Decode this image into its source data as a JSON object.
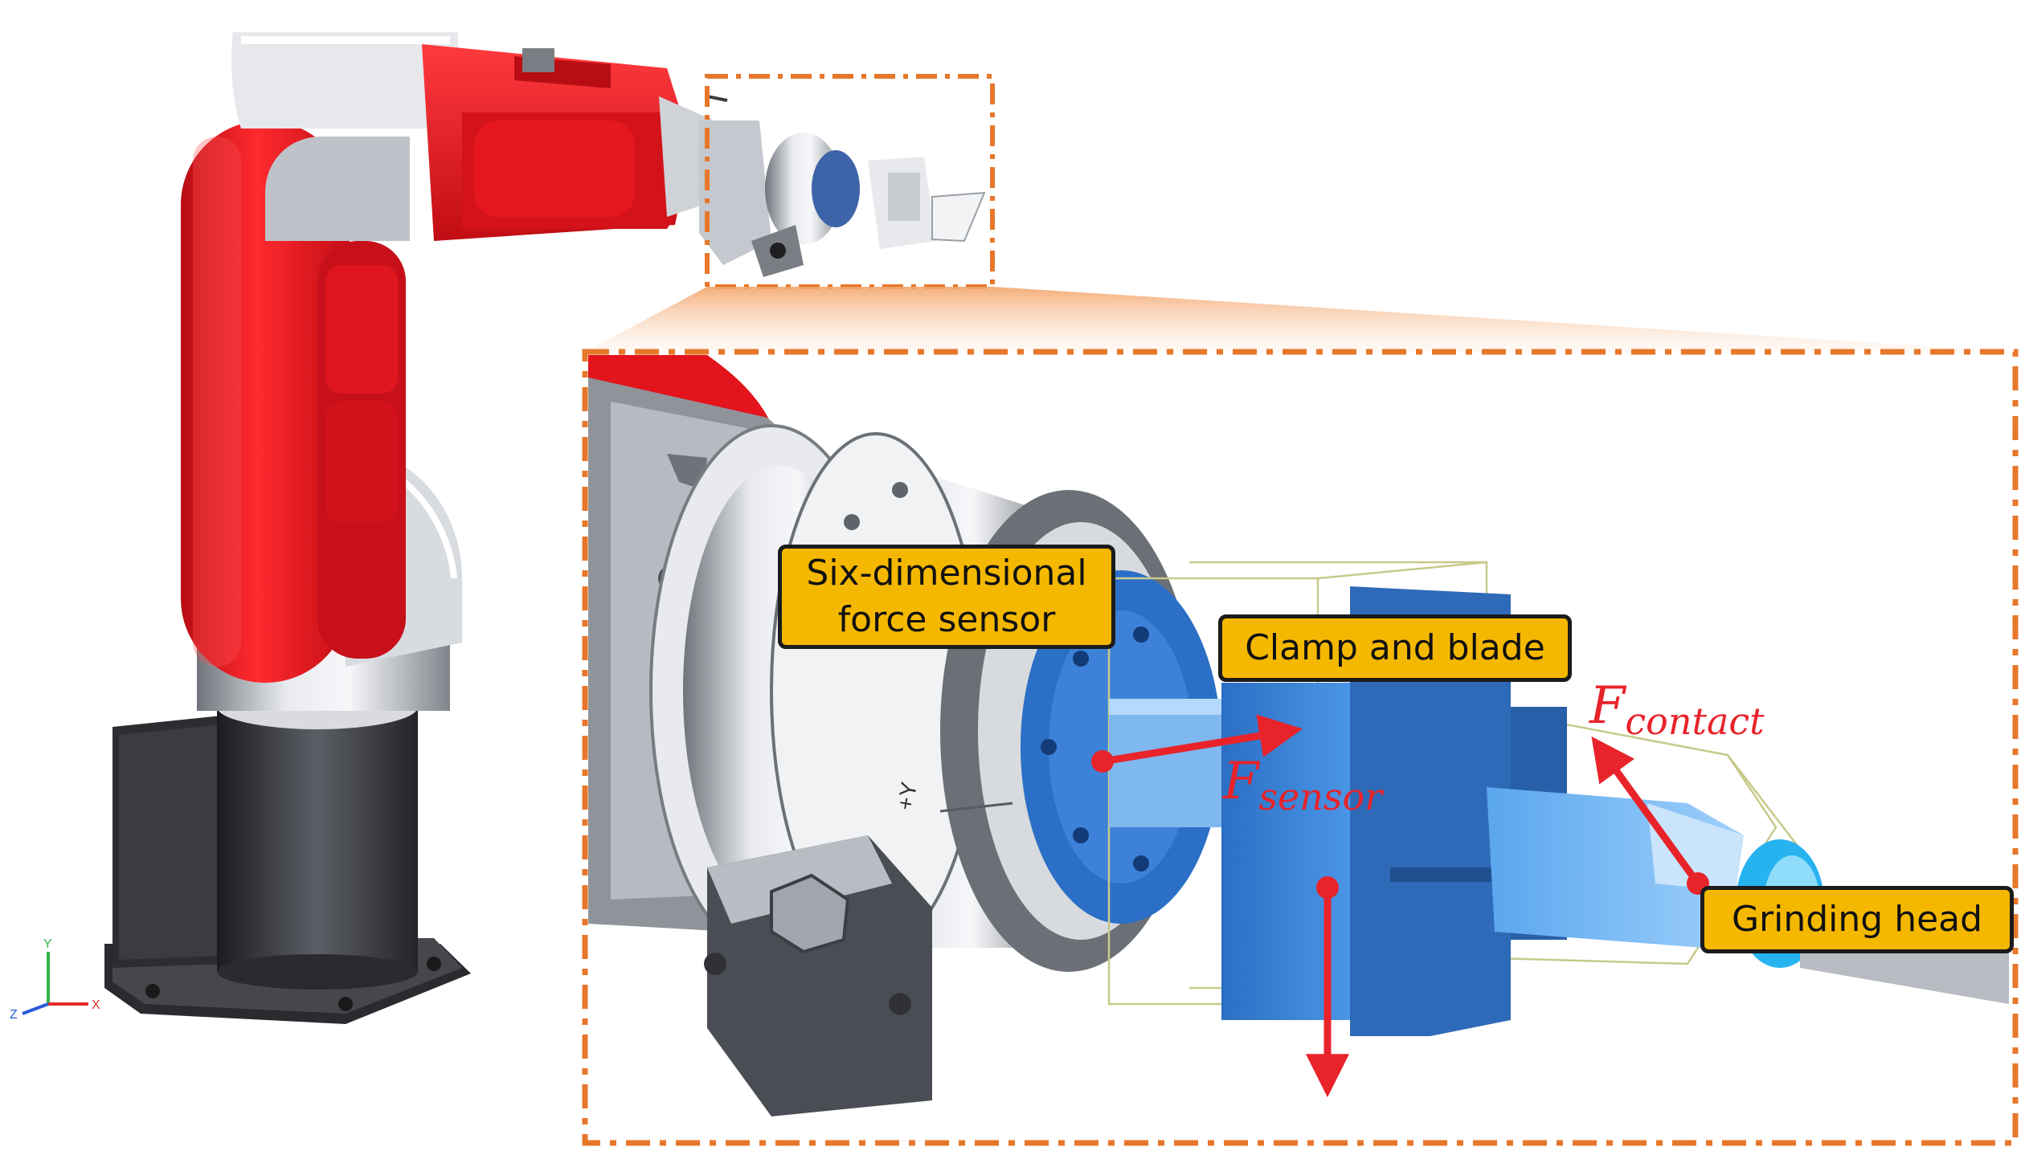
{
  "labels": {
    "sensor_line1": "Six-dimensional",
    "sensor_line2": "force sensor",
    "clamp": "Clamp and blade",
    "grinding_head": "Grinding head"
  },
  "forces": {
    "sensor_symbol": "F",
    "sensor_subscript": "sensor",
    "contact_symbol": "F",
    "contact_subscript": "contact"
  },
  "axis_triad": {
    "y": "Y",
    "x": "X",
    "z": "Z"
  },
  "sensor_axis_mark": "+Y",
  "colors": {
    "robot_red": "#e3141b",
    "callout_fill": "#f5b800",
    "force_arrow": "#e8232a",
    "dash_frame": "#e7772b",
    "tool_blue": "#3a7fd6",
    "metal_gray": "#9ea3aa"
  }
}
